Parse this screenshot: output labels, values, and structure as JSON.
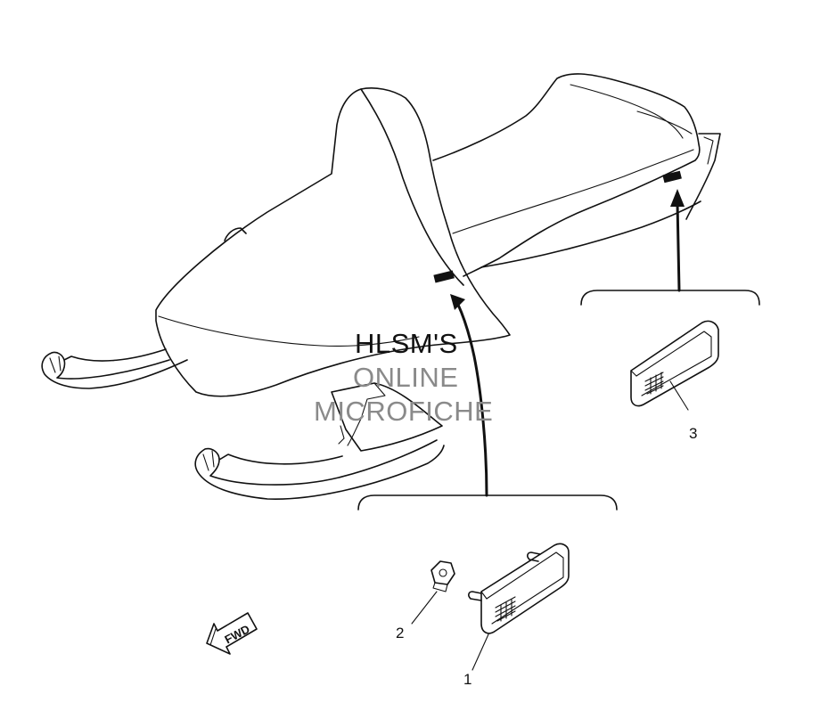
{
  "watermark": {
    "line1": "HLSM'S",
    "line2": "ONLINE",
    "line3": "MICROFICHE"
  },
  "callouts": {
    "part1": "1",
    "part2": "2",
    "part3": "3"
  },
  "direction_marker": {
    "label": "FWD"
  },
  "colors": {
    "line": "#111111",
    "watermark_dark": "#111111",
    "watermark_gray": "#8a8a8a",
    "background": "#ffffff"
  }
}
